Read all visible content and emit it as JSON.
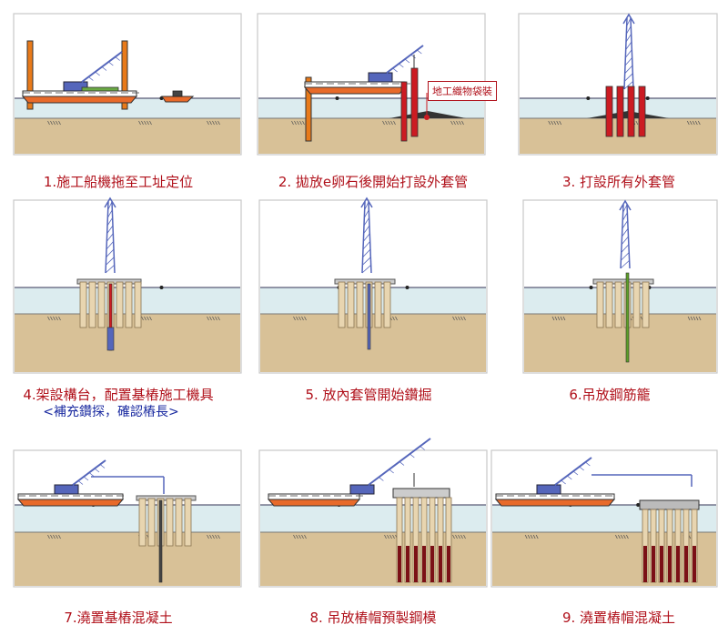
{
  "colors": {
    "water": "#dcecef",
    "soil": "#d8c197",
    "frame": "#c8c8c8",
    "casing": "#e8d5b0",
    "red_pipe": "#cc1b22",
    "rebar": "#5e9e28",
    "concrete": "#7b1016",
    "crane": "#5566bb",
    "barge_top": "#ffffff",
    "barge_bottom": "#e86a2a"
  },
  "steps": [
    {
      "caption": "1.施工船機拖至工址定位"
    },
    {
      "caption": "2. 拋放e卵石後開始打設外套管",
      "callout": "地工織物袋裝"
    },
    {
      "caption": "3. 打設所有外套管"
    },
    {
      "caption": "4.架設構台，配置基樁施工機具",
      "subcaption": "<補充鑽探，確認樁長>"
    },
    {
      "caption": "5. 放內套管開始鑽掘"
    },
    {
      "caption": "6.吊放鋼筋籠"
    },
    {
      "caption": "7.澆置基樁混凝土"
    },
    {
      "caption": "8. 吊放樁帽預製鋼模"
    },
    {
      "caption": "9. 澆置樁帽混凝土"
    }
  ]
}
